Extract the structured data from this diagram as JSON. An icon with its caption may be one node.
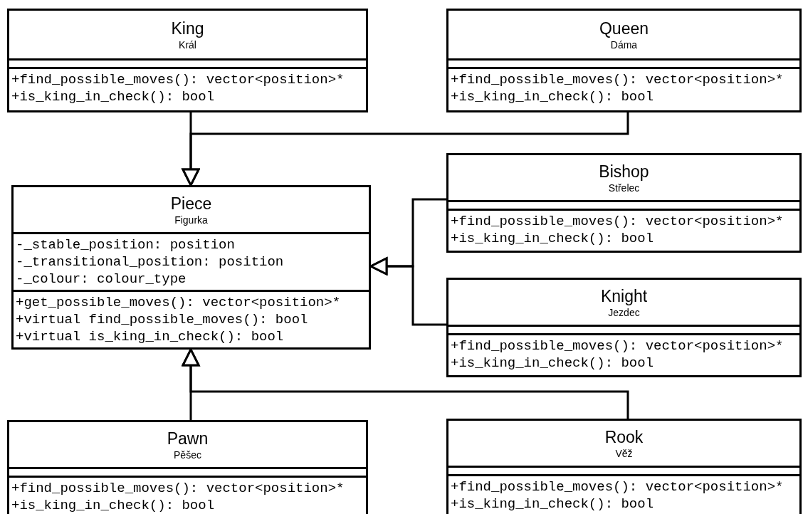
{
  "diagram": {
    "nodes": [
      {
        "text": [
          "King",
          "Král",
          "+find_possible_moves(): vector<position>*",
          "+is_king_in_check(): bool"
        ]
      },
      {
        "text": [
          "Queen",
          "Dáma",
          "+find_possible_moves(): vector<position>*",
          "+is_king_in_check(): bool"
        ]
      },
      {
        "text": [
          "Piece",
          "Figurka",
          "-_stable_position: position",
          "-_transitional_position: position",
          "-_colour: colour_type",
          "+get_possible_moves(): vector<position>*",
          "+virtual find_possible_moves(): bool",
          "+virtual is_king_in_check(): bool"
        ]
      },
      {
        "text": [
          "Bishop",
          "Střelec",
          "+find_possible_moves(): vector<position>*",
          "+is_king_in_check(): bool"
        ]
      },
      {
        "text": [
          "Knight",
          "Jezdec",
          "+find_possible_moves(): vector<position>*",
          "+is_king_in_check(): bool"
        ]
      },
      {
        "text": [
          "Pawn",
          "Pěšec",
          "+find_possible_moves(): vector<position>*",
          "+is_king_in_check(): bool"
        ]
      },
      {
        "text": [
          "Rook",
          "Věž",
          "+find_possible_moves(): vector<position>*",
          "+is_king_in_check(): bool"
        ]
      }
    ],
    "edges": [
      {
        "from": 0,
        "to": 2,
        "arrow": "to"
      },
      {
        "from": 1,
        "to": 2,
        "arrow": "to"
      },
      {
        "from": 3,
        "to": 2,
        "arrow": "to"
      },
      {
        "from": 4,
        "to": 2,
        "arrow": "to"
      },
      {
        "from": 5,
        "to": 2,
        "arrow": "to"
      },
      {
        "from": 6,
        "to": 2,
        "arrow": "to"
      }
    ]
  }
}
